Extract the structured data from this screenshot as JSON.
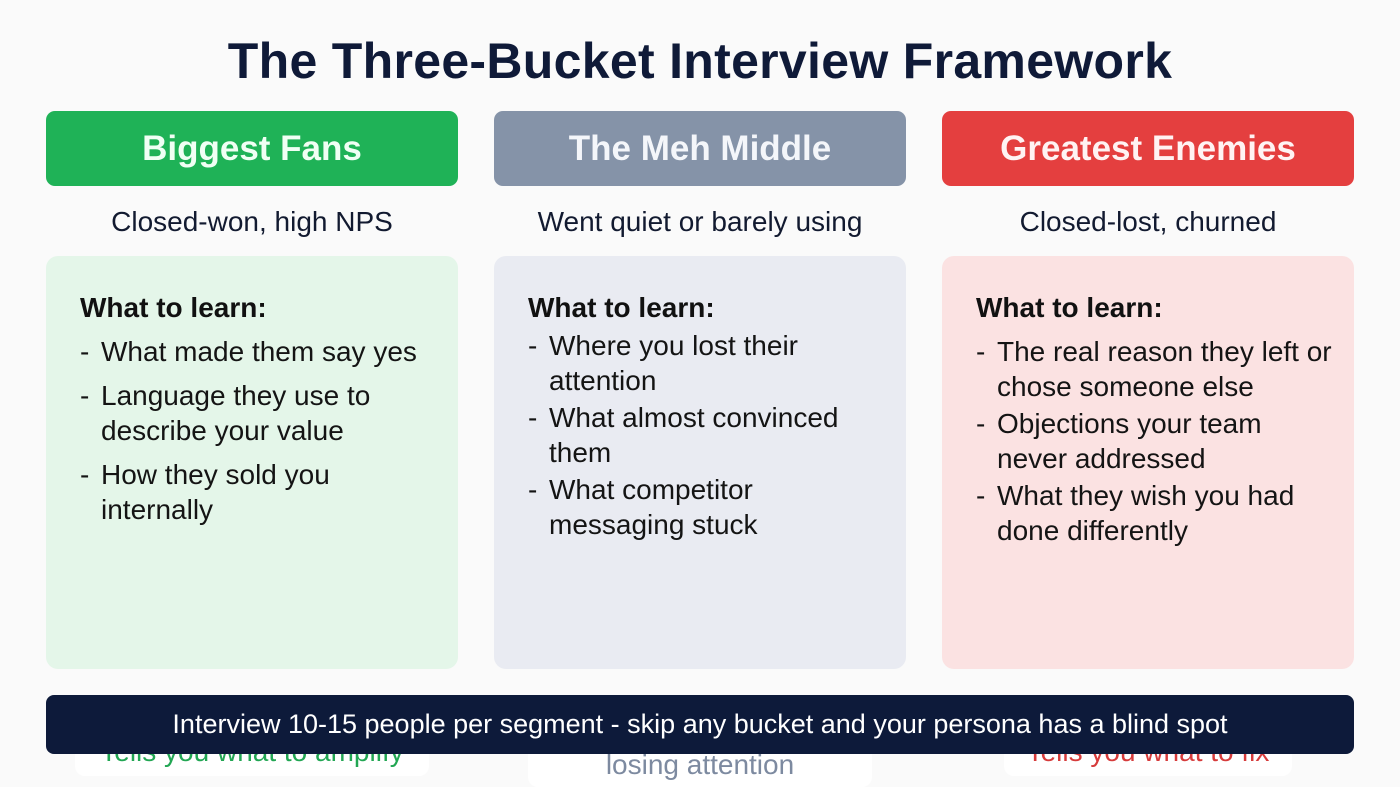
{
  "title": "The Three-Bucket Interview Framework",
  "buckets": [
    {
      "name": "Biggest Fans",
      "color": "#1fb257",
      "subtitle": "Closed-won, high NPS",
      "learn_heading": "What to learn:",
      "items": [
        "What made them say yes",
        "Language they use to describe your value",
        "How they sold you internally"
      ],
      "takeaway": "Tells you what to amplify"
    },
    {
      "name": "The Meh Middle",
      "color": "#8593a8",
      "subtitle": "Went quiet or barely using",
      "learn_heading": "What to learn:",
      "items": [
        "Where you lost their attention",
        "What almost convinced them",
        "What competitor messaging stuck"
      ],
      "takeaway": "Tells you where you are losing attention"
    },
    {
      "name": "Greatest Enemies",
      "color": "#e43f3f",
      "subtitle": "Closed-lost, churned",
      "learn_heading": "What to learn:",
      "items": [
        "The real reason they left or chose someone else",
        "Objections your team never addressed",
        "What they wish you had done differently"
      ],
      "takeaway": "Tells you what to fix"
    }
  ],
  "footer": "Interview 10-15 people per segment - skip any bucket and your persona has a blind spot"
}
